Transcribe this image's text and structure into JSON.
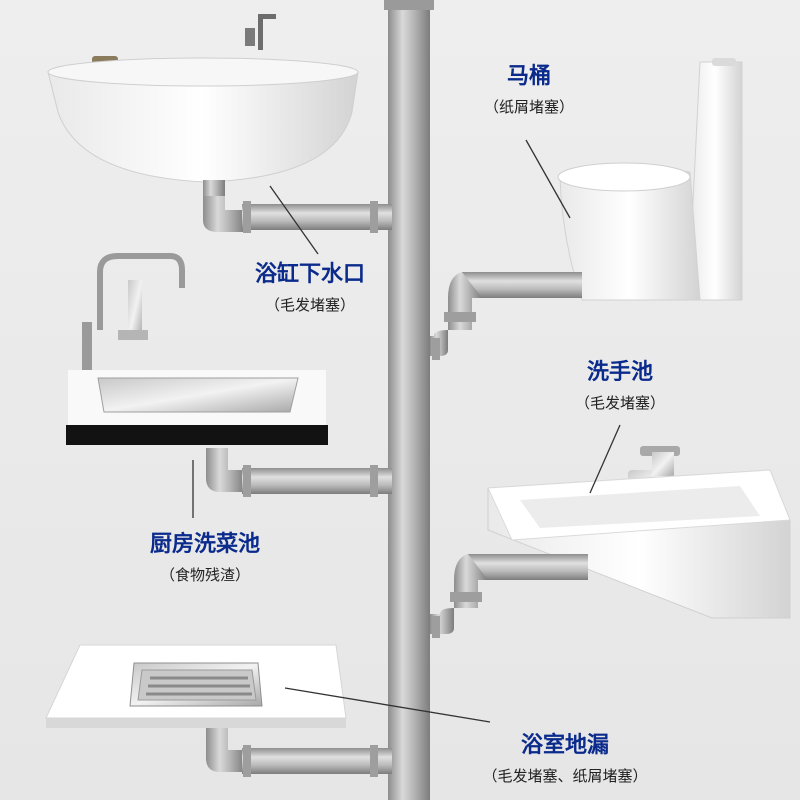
{
  "labels": {
    "toilet": {
      "title": "马桶",
      "sub": "（纸屑堵塞）"
    },
    "bathtub": {
      "title": "浴缸下水口",
      "sub": "（毛发堵塞）"
    },
    "wash_basin": {
      "title": "洗手池",
      "sub": "（毛发堵塞）"
    },
    "kitchen_sink": {
      "title": "厨房洗菜池",
      "sub": "（食物残渣）"
    },
    "floor_drain": {
      "title": "浴室地漏",
      "sub": "（毛发堵塞、纸屑堵塞）"
    }
  },
  "colors": {
    "label_title": "#0a2a8c",
    "pipe": "#a8a8a8",
    "fixture_white": "#ffffff",
    "kitchen_counter_edge": "#111111"
  }
}
